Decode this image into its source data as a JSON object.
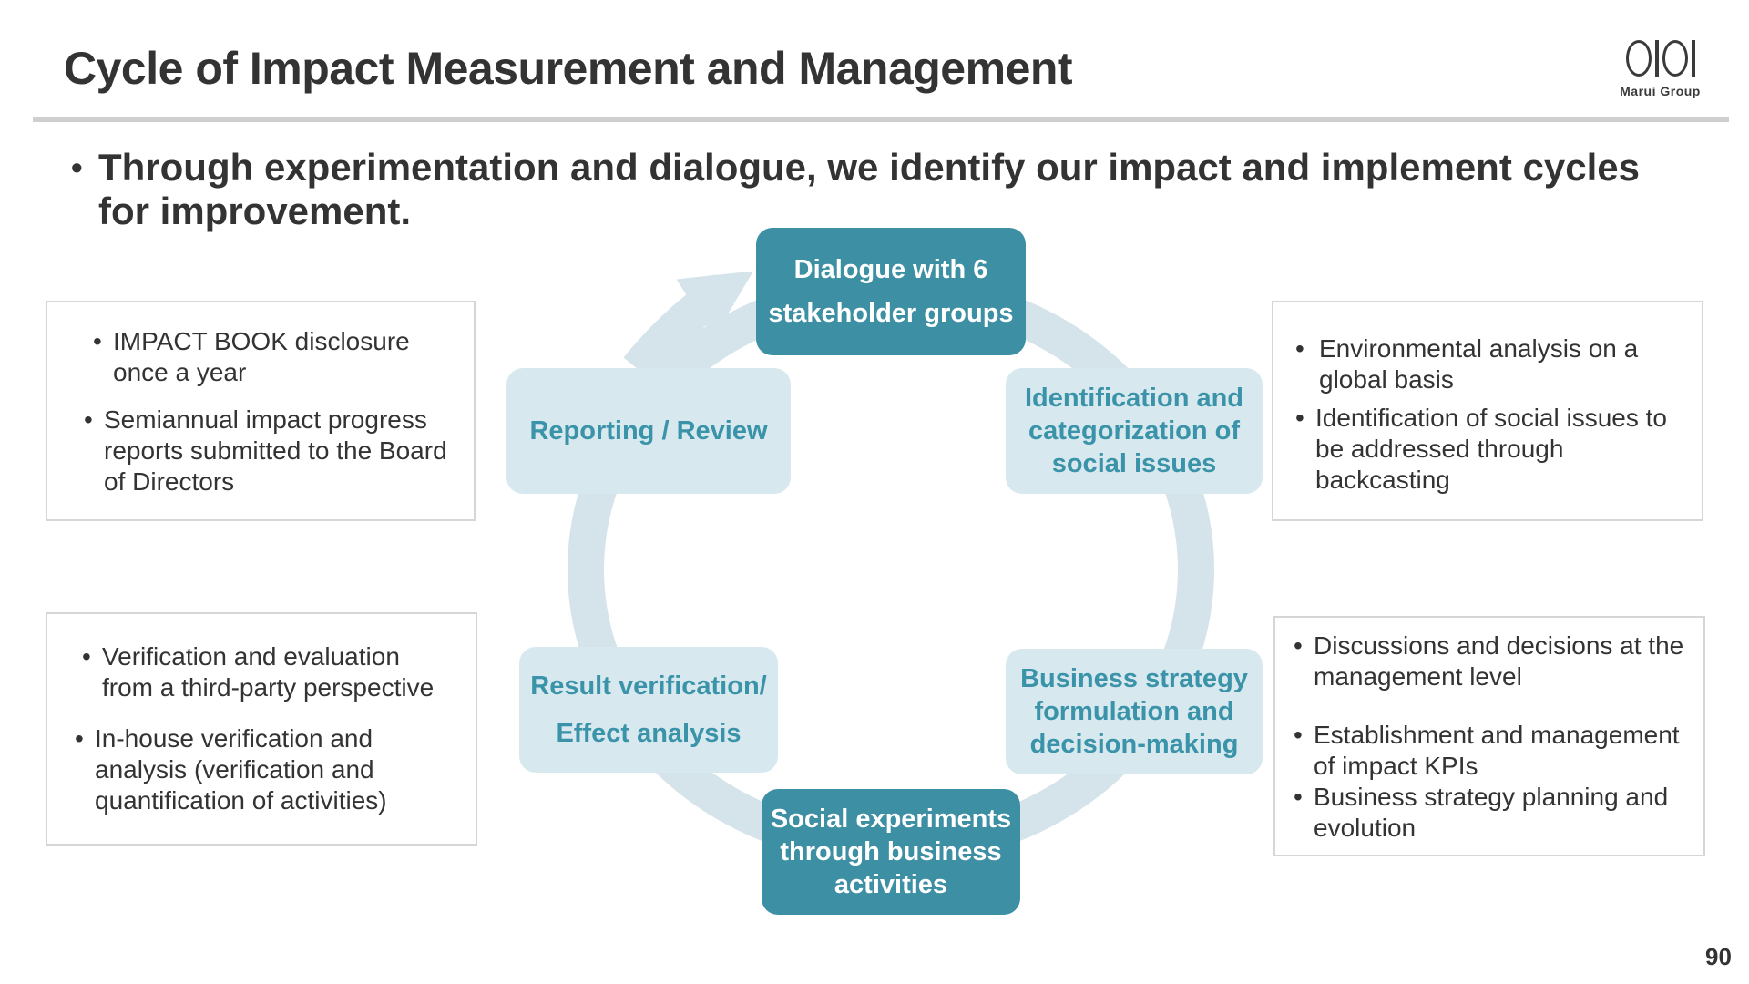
{
  "header": {
    "title": "Cycle of Impact Measurement and Management",
    "logo_text": "Marui Group"
  },
  "lead": {
    "bullet": "•",
    "text": "Through experimentation and dialogue, we identify our impact and implement cycles for improvement."
  },
  "cycle": {
    "ring_color": "#d5e3ea",
    "dark_node_color": "#3d8fa3",
    "light_node_color": "#d7e9ef",
    "light_text_color": "#3a93a8",
    "nodes": {
      "dialogue": [
        "Dialogue with 6",
        "stakeholder groups"
      ],
      "identification": [
        "Identification and",
        "categorization of",
        "social issues"
      ],
      "business": [
        "Business strategy",
        "formulation and",
        "decision-making"
      ],
      "social": [
        "Social experiments",
        "through business",
        "activities"
      ],
      "result": [
        "Result verification/",
        "Effect analysis"
      ],
      "reporting": [
        "Reporting / Review"
      ]
    }
  },
  "boxes": {
    "reporting": {
      "items": [
        [
          "IMPACT BOOK disclosure",
          "once a year"
        ],
        [
          "Semiannual impact progress",
          "reports submitted to the Board",
          "of Directors"
        ]
      ]
    },
    "identification": {
      "items": [
        [
          "Environmental analysis on a",
          "global basis"
        ],
        [
          "Identification of social issues to",
          "be addressed through",
          "backcasting"
        ]
      ]
    },
    "result": {
      "items": [
        [
          "Verification and evaluation",
          "from a third-party perspective"
        ],
        [
          "In-house verification and",
          "analysis (verification and",
          "quantification of activities)"
        ]
      ]
    },
    "business": {
      "items": [
        [
          "Discussions and decisions at the",
          "management level"
        ],
        [
          "Establishment and management",
          "of impact KPIs"
        ],
        [
          "Business strategy planning and",
          "evolution"
        ]
      ]
    }
  },
  "bullet_char": "•",
  "page_number": "90"
}
